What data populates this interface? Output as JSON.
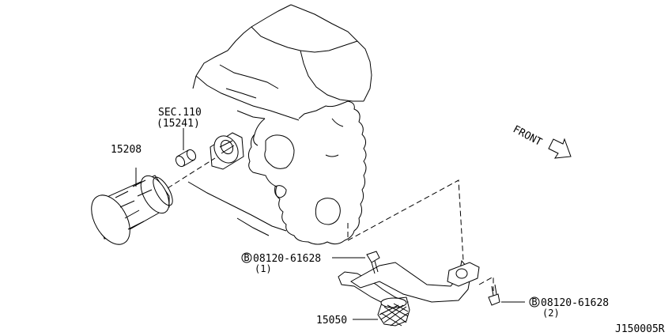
{
  "parts": {
    "oil_filter": {
      "number": "15208"
    },
    "connector": {
      "sec": "SEC.110",
      "ref": "(15241)"
    },
    "strainer": {
      "number": "15050"
    },
    "bolt_1": {
      "marker": "B",
      "number": "08120-61628",
      "qty": "(1)"
    },
    "bolt_2": {
      "marker": "B",
      "number": "08120-61628",
      "qty": "(2)"
    }
  },
  "front_label": "FRONT",
  "diagram_id": "J150005R"
}
